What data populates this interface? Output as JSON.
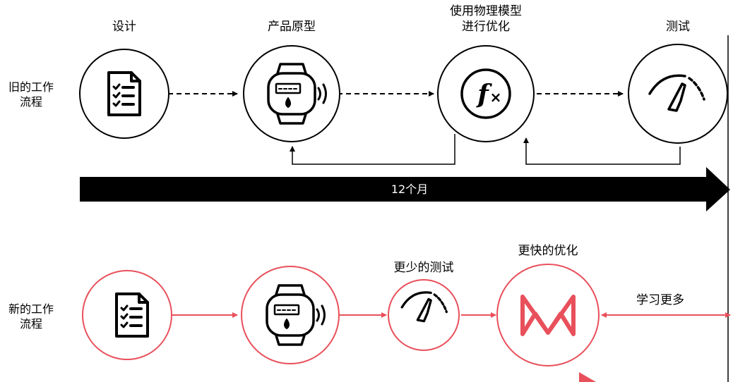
{
  "old_workflow": {
    "row_label_line1": "旧的工作",
    "row_label_line2": "流程",
    "steps": [
      {
        "label": "设计",
        "icon": "document-checklist-icon"
      },
      {
        "label": "产品原型",
        "icon": "smartwatch-icon"
      },
      {
        "label_line1": "使用物理模型",
        "label_line2": "进行优化",
        "icon": "function-fx-icon"
      },
      {
        "label": "测试",
        "icon": "gauge-icon"
      }
    ],
    "timeline_label": "12个月"
  },
  "new_workflow": {
    "row_label_line1": "新的工作",
    "row_label_line2": "流程",
    "steps": [
      {
        "label": "",
        "icon": "document-checklist-icon"
      },
      {
        "label": "",
        "icon": "smartwatch-icon"
      },
      {
        "label": "更少的测试",
        "icon": "gauge-icon"
      },
      {
        "label": "更快的优化",
        "icon": "logo-bowtie-icon"
      }
    ],
    "learn_more_label": "学习更多"
  },
  "colors": {
    "old": "#000000",
    "new": "#e8505b",
    "background": "#ffffff"
  }
}
